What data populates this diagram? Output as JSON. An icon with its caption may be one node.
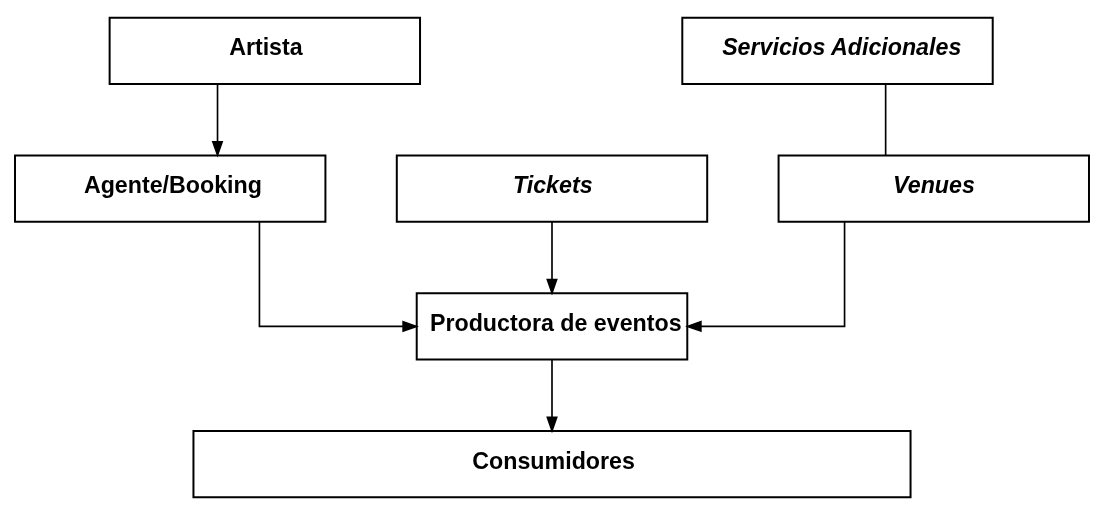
{
  "diagram": {
    "nodes": [
      {
        "text": [
          "Artista"
        ]
      },
      {
        "text": [
          "Servicios Adicionales"
        ]
      },
      {
        "text": [
          "Tickets"
        ]
      },
      {
        "text": [
          "Agente/Booking"
        ]
      },
      {
        "text": [
          "Venues"
        ]
      },
      {
        "text": [
          "Productora de eventos"
        ]
      },
      {
        "text": [
          "Consumidores"
        ]
      }
    ],
    "edges": [
      {
        "from": 0,
        "to": 3,
        "arrow": "to"
      },
      {
        "from": 1,
        "to": 4,
        "arrow": "none"
      },
      {
        "from": 2,
        "to": 5,
        "arrow": "to"
      },
      {
        "from": 3,
        "to": 5,
        "arrow": "to"
      },
      {
        "from": 4,
        "to": 5,
        "arrow": "to"
      },
      {
        "from": 5,
        "to": 6,
        "arrow": "to"
      }
    ]
  }
}
